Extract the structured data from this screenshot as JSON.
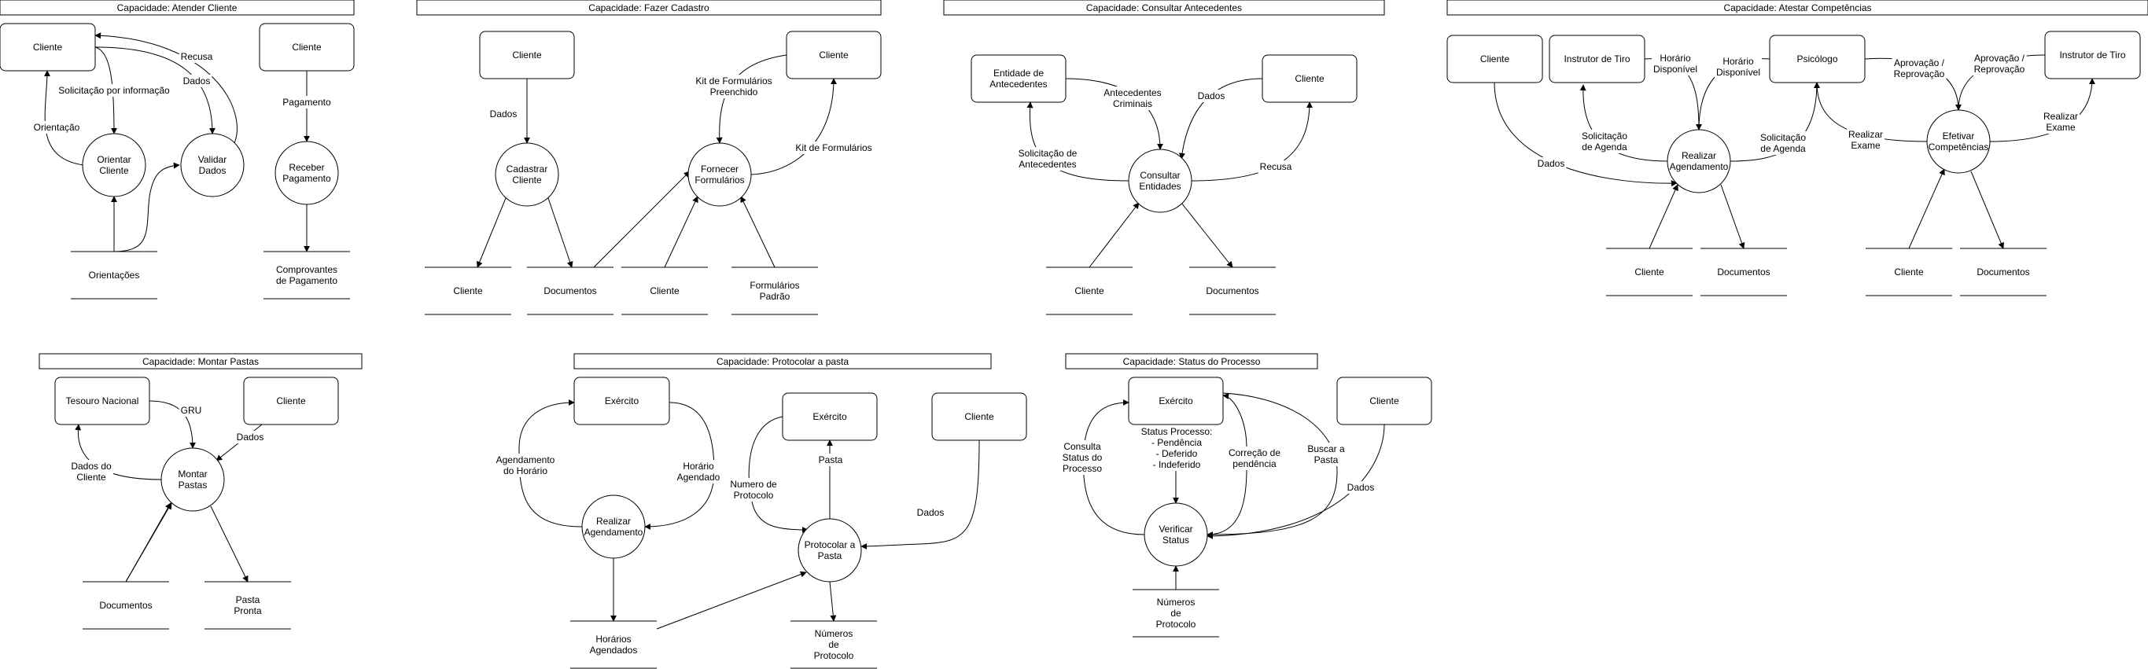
{
  "panels": [
    {
      "title": "Capacidade: Atender Cliente",
      "nodes": {
        "cli1": "Cliente",
        "cli2": "Cliente",
        "orientar": "Orientar\nCliente",
        "validar": "Validar\nDados",
        "receber": "Receber\nPagamento",
        "orientacoes": "Orientações",
        "comprovantes": "Comprovantes\nde Pagamento"
      },
      "edges": {
        "info": "Solicitação por informação",
        "dados": "Dados",
        "recusa": "Recusa",
        "orientacao": "Orientação",
        "pagamento": "Pagamento"
      }
    },
    {
      "title": "Capacidade: Fazer Cadastro",
      "nodes": {
        "cli1": "Cliente",
        "cli2": "Cliente",
        "cadastrar": "Cadastrar\nCliente",
        "fornecer": "Fornecer\nFormulários",
        "s_cliente": "Cliente",
        "s_documentos": "Documentos",
        "s_cliente2": "Cliente",
        "s_formularios": "Formulários\nPadrão"
      },
      "edges": {
        "dados": "Dados",
        "kit_preenchido": "Kit de Formulários\nPreenchido",
        "kit": "Kit de Formulários"
      }
    },
    {
      "title": "Capacidade: Consultar Antecedentes",
      "nodes": {
        "entidade": "Entidade de\nAntecedentes",
        "cli": "Cliente",
        "consultar": "Consultar\nEntidades",
        "s_cliente": "Cliente",
        "s_documentos": "Documentos"
      },
      "edges": {
        "antecedentes": "Antecedentes\nCriminais",
        "dados": "Dados",
        "solicitacao": "Solicitação de\nAntecedentes",
        "recusa": "Recusa"
      }
    },
    {
      "title": "Capacidade: Atestar Competências",
      "nodes": {
        "cli": "Cliente",
        "instrutor": "Instrutor de Tiro",
        "psicologo": "Psicólogo",
        "instrutor2": "Instrutor de Tiro",
        "realizar": "Realizar\nAgendamento",
        "efetivar": "Efetivar\nCompetências",
        "s_cliente": "Cliente",
        "s_documentos": "Documentos",
        "s_cliente2": "Cliente",
        "s_documentos2": "Documentos"
      },
      "edges": {
        "horario1": "Horário\nDisponível",
        "horario2": "Horário\nDisponível",
        "aprov1": "Aprovação /\nReprovação",
        "aprov2": "Aprovação /\nReprovação",
        "dados": "Dados",
        "solic1": "Solicitação\nde Agenda",
        "solic2": "Solicitação\nde Agenda",
        "exame1": "Realizar\nExame",
        "exame2": "Realizar\nExame"
      }
    },
    {
      "title": "Capacidade: Montar Pastas",
      "nodes": {
        "tesouro": "Tesouro Nacional",
        "cli": "Cliente",
        "montar": "Montar\nPastas",
        "s_documentos": "Documentos",
        "s_pasta": "Pasta\nPronta"
      },
      "edges": {
        "gru": "GRU",
        "dados": "Dados",
        "dados_cliente": "Dados do\nCliente"
      }
    },
    {
      "title": "Capacidade: Protocolar a pasta",
      "nodes": {
        "exercito1": "Exército",
        "exercito2": "Exército",
        "cli": "Cliente",
        "realizar": "Realizar\nAgendamento",
        "protocolar": "Protocolar a\nPasta",
        "s_horarios": "Horários\nAgendados",
        "s_numeros": "Números\nde\nProtocolo"
      },
      "edges": {
        "agendamento": "Agendamento\ndo Horário",
        "horario": "Horário\nAgendado",
        "numero": "Numero de\nProtocolo",
        "pasta": "Pasta",
        "dados": "Dados"
      }
    },
    {
      "title": "Capacidade: Status do Processo",
      "nodes": {
        "exercito": "Exército",
        "cli": "Cliente",
        "verificar": "Verificar\nStatus",
        "s_numeros": "Números\nde\nProtocolo"
      },
      "edges": {
        "consulta": "Consulta\nStatus do\nProcesso",
        "status": "Status Processo:\n- Pendência\n- Deferido\n- Indeferido",
        "correcao": "Correção de\npendência",
        "buscar": "Buscar a\nPasta",
        "dados": "Dados"
      }
    }
  ]
}
